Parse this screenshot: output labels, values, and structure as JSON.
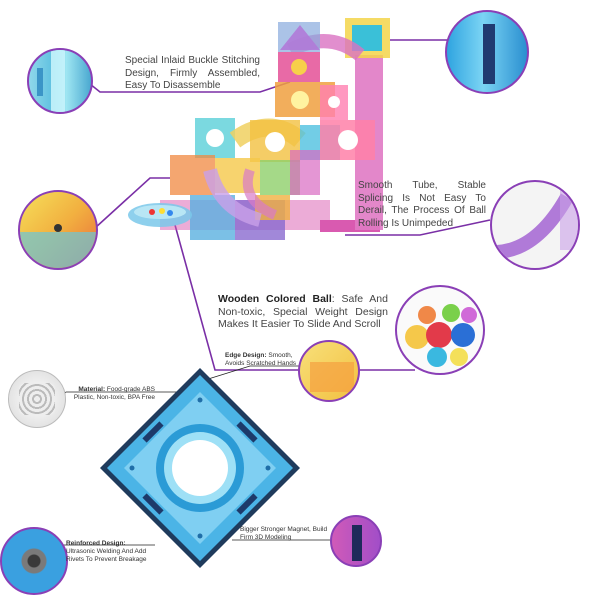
{
  "colors": {
    "accent_line": "#7a2fa6",
    "tile_blue": "#3aa0d8",
    "tube_pink": "#d95ab0",
    "tube_purple": "#b07ad8"
  },
  "features": {
    "buckle": {
      "text": "Special Inlaid Buckle Stitching Design, Firmly Assembled, Easy To Disassemble"
    },
    "tube": {
      "text": "Smooth Tube, Stable Splicing Is Not Easy To Derail, The Process Of Ball Rolling Is Unimpeded"
    },
    "ball": {
      "title": "Wooden Colored Ball",
      "text": ": Safe And Non-toxic, Special Weight Design Makes It Easier To Slide And Scroll"
    }
  },
  "details": {
    "edge": {
      "title": "Edge Design:",
      "text": " Smooth, Avoids Scratched Hands"
    },
    "material": {
      "title": "Material:",
      "text": " Food-grade ABS Plastic, Non-toxic, BPA Free"
    },
    "reinforced": {
      "title": "Reinforced Design:",
      "text": " Ultrasonic Welding And Add Rivets To Prevent Breakage"
    },
    "magnet": {
      "text": "Bigger Stronger Magnet, Build Firm 3D Modeling"
    }
  }
}
